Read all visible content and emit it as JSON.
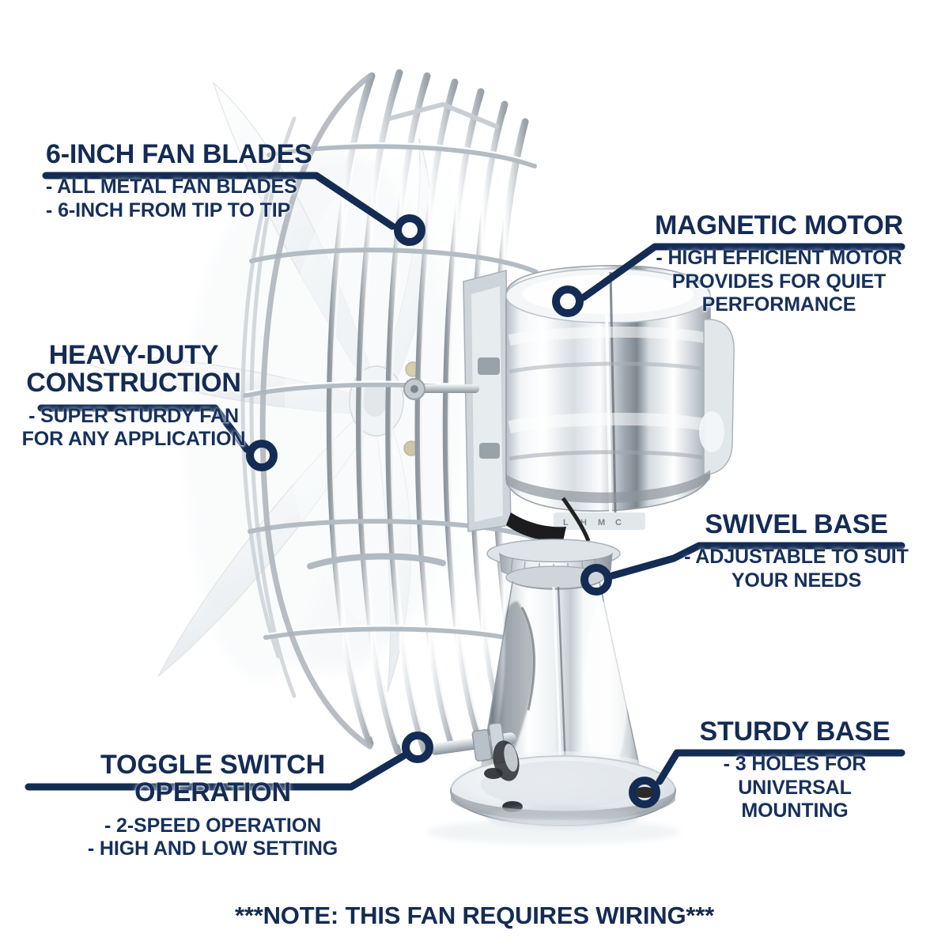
{
  "note": "***NOTE: THIS FAN REQUIRES WIRING***",
  "accent_navy": "#142b54",
  "background": "#ffffff",
  "product": {
    "name": "chrome oscillating swivel fan",
    "parts": [
      "wire-cage",
      "fan-blades",
      "magnetic-motor-housing",
      "swivel-neck",
      "base-cone",
      "mounting-flange",
      "toggle-switch"
    ]
  },
  "callouts": [
    {
      "id": "fan-blades",
      "title": "6-INCH FAN BLADES",
      "sub": "- ALL METAL FAN BLADES\n- 6-INCH FROM TIP TO TIP",
      "align": "left"
    },
    {
      "id": "magnetic-motor",
      "title": "MAGNETIC MOTOR",
      "sub": "- HIGH EFFICIENT MOTOR\nPROVIDES FOR QUIET\nPERFORMANCE",
      "align": "center"
    },
    {
      "id": "heavy-duty",
      "title": "HEAVY-DUTY\nCONSTRUCTION",
      "sub": "- SUPER STURDY FAN\nFOR ANY APPLICATION",
      "align": "center"
    },
    {
      "id": "swivel-base",
      "title": "SWIVEL BASE",
      "sub": "- ADJUSTABLE TO SUIT\nYOUR NEEDS",
      "align": "center"
    },
    {
      "id": "sturdy-base",
      "title": "STURDY BASE",
      "sub": "- 3 HOLES FOR UNIVERSAL\nMOUNTING",
      "align": "center"
    },
    {
      "id": "toggle-switch",
      "title": "TOGGLE SWITCH OPERATION",
      "sub": "- 2-SPEED OPERATION\n- HIGH AND LOW SETTING",
      "align": "center"
    }
  ]
}
